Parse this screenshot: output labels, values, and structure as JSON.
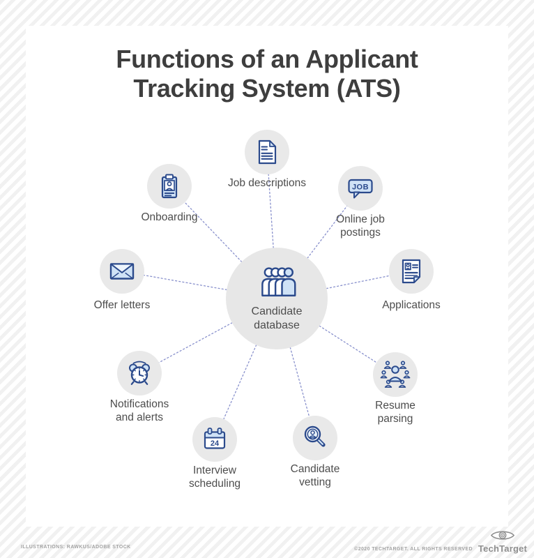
{
  "title": "Functions of an Applicant\nTracking System (ATS)",
  "hub": {
    "label": "Candidate\ndatabase",
    "icon": "people-group-icon"
  },
  "nodes": [
    {
      "id": "job-descriptions",
      "label": "Job descriptions",
      "icon": "document-icon"
    },
    {
      "id": "online-job-postings",
      "label": "Online job\npostings",
      "icon": "job-speech-bubble-icon",
      "icon_text": "JOB"
    },
    {
      "id": "applications",
      "label": "Applications",
      "icon": "application-form-icon"
    },
    {
      "id": "resume-parsing",
      "label": "Resume\nparsing",
      "icon": "people-network-icon"
    },
    {
      "id": "candidate-vetting",
      "label": "Candidate\nvetting",
      "icon": "magnifier-person-icon"
    },
    {
      "id": "interview-scheduling",
      "label": "Interview\nscheduling",
      "icon": "calendar-icon",
      "icon_text": "24"
    },
    {
      "id": "notifications-alerts",
      "label": "Notifications\nand alerts",
      "icon": "alarm-clock-icon"
    },
    {
      "id": "offer-letters",
      "label": "Offer letters",
      "icon": "envelope-icon"
    },
    {
      "id": "onboarding",
      "label": "Onboarding",
      "icon": "clipboard-person-icon"
    }
  ],
  "footer": {
    "credit": "ILLUSTRATIONS: RAWKUS/ADOBE STOCK",
    "copyright": "©2020 TECHTARGET. ALL RIGHTS RESERVED",
    "brand": "TechTarget"
  },
  "colors": {
    "icon_outline": "#2b4a8c",
    "icon_fill_light": "#cfe2f6",
    "circle_gray": "#e9e9e9",
    "hub_gray": "#e7e7e7",
    "connector": "#8890cc",
    "title_text": "#3e3e3e",
    "label_text": "#4d4d4d",
    "footer_text": "#a3a3a3",
    "border_stripe": "#f1f1f1"
  }
}
